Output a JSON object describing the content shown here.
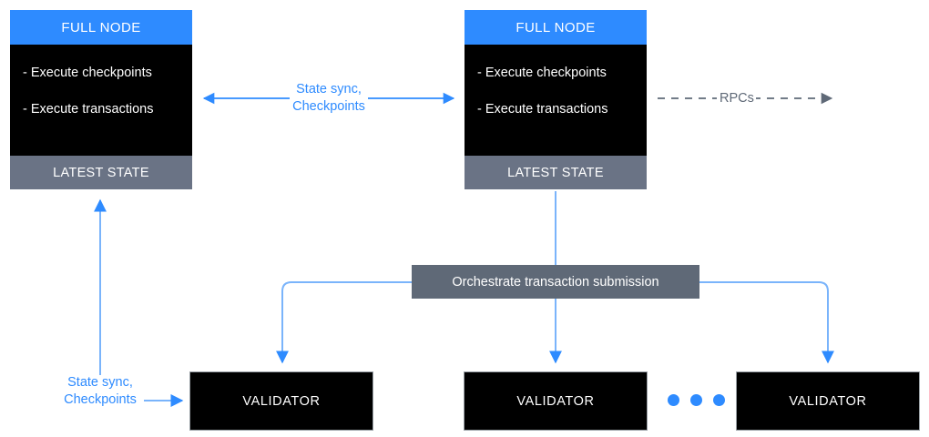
{
  "diagram": {
    "title": "Sui network architecture: full nodes, validators and transaction submission",
    "colors": {
      "accent_blue": "#2e8bff",
      "slate_gray": "#6a7385",
      "box_black": "#000000",
      "orchestrate_gray": "#5f6977",
      "background": "#ffffff"
    }
  },
  "full_nodes": [
    {
      "header": "FULL NODE",
      "bullets": [
        "- Execute checkpoints",
        "- Execute transactions"
      ],
      "footer": "LATEST STATE"
    },
    {
      "header": "FULL NODE",
      "bullets": [
        "- Execute checkpoints",
        "- Execute transactions"
      ],
      "footer": "LATEST STATE"
    }
  ],
  "orchestrate": {
    "label": "Orchestrate transaction submission"
  },
  "validators": [
    {
      "label": "VALIDATOR"
    },
    {
      "label": "VALIDATOR"
    },
    {
      "label": "VALIDATOR"
    }
  ],
  "edges": [
    {
      "id": "state-sync-between-full-nodes",
      "label": "State sync,\nCheckpoints",
      "style": "solid-blue",
      "arrowheads": "both"
    },
    {
      "id": "rpcs-out",
      "label": "RPCs",
      "style": "dashed-gray",
      "arrowheads": "end"
    },
    {
      "id": "state-sync-validator-to-full-node",
      "label": "State sync,\nCheckpoints",
      "style": "solid-blue",
      "arrowheads": "end"
    }
  ],
  "ellipsis": {
    "dot_count": 3
  }
}
